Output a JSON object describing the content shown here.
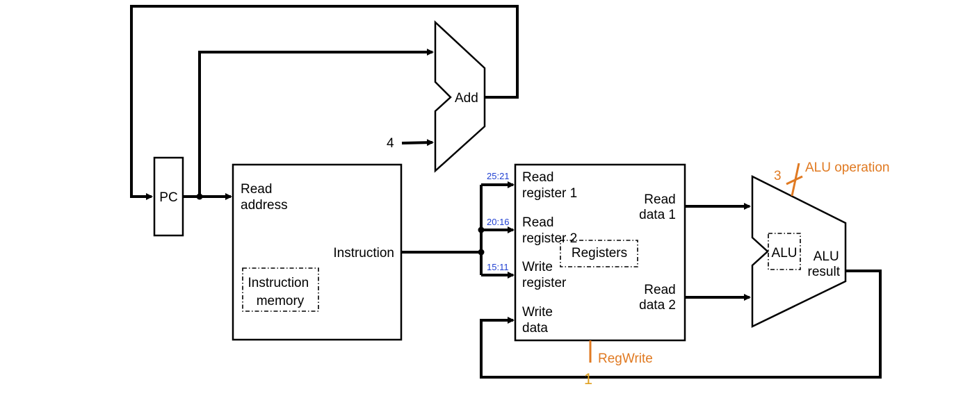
{
  "components": {
    "pc": "PC",
    "add": "Add",
    "add_const": "4",
    "imem_port_line1": "Read",
    "imem_port_line2": "address",
    "imem_out": "Instruction",
    "imem_name_line1": "Instruction",
    "imem_name_line2": "memory",
    "reg_read1_line1": "Read",
    "reg_read1_line2": "register 1",
    "reg_read2_line1": "Read",
    "reg_read2_line2": "register 2",
    "reg_write_line1": "Write",
    "reg_write_line2": "register",
    "reg_wdata_line1": "Write",
    "reg_wdata_line2": "data",
    "reg_rdata1_line1": "Read",
    "reg_rdata1_line2": "data 1",
    "reg_rdata2_line1": "Read",
    "reg_rdata2_line2": "data 2",
    "reg_name": "Registers",
    "alu_name": "ALU",
    "alu_result_line1": "ALU",
    "alu_result_line2": "result"
  },
  "bit_fields": {
    "rs": "25:21",
    "rt": "20:16",
    "rd": "15:11"
  },
  "control": {
    "alu_op_width": "3",
    "alu_op_label": "ALU operation",
    "regwrite_label": "RegWrite",
    "regwrite_value": "1"
  },
  "colors": {
    "control": "#e07a22",
    "bit_field": "#1f3fd1",
    "regwrite_value": "#e0a020"
  }
}
